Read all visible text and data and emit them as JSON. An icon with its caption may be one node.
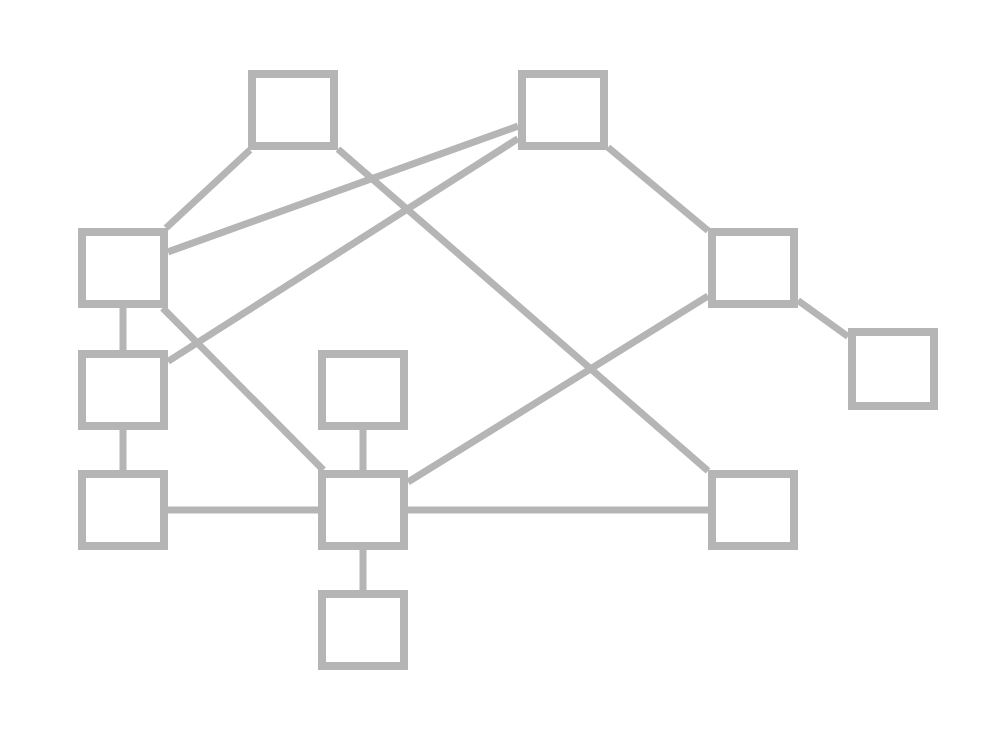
{
  "diagram": {
    "nodes": [
      {
        "text": [],
        "shape": "box"
      },
      {
        "text": [],
        "shape": "box"
      },
      {
        "text": [],
        "shape": "box"
      },
      {
        "text": [],
        "shape": "box"
      },
      {
        "text": [],
        "shape": "box"
      },
      {
        "text": [],
        "shape": "box"
      },
      {
        "text": [],
        "shape": "box"
      },
      {
        "text": [],
        "shape": "box"
      },
      {
        "text": [],
        "shape": "box"
      },
      {
        "text": [],
        "shape": "box"
      },
      {
        "text": [],
        "shape": "box"
      }
    ],
    "edges": [
      {
        "from": 0,
        "to": 2,
        "arrow": "none"
      },
      {
        "from": 0,
        "to": 9,
        "arrow": "none"
      },
      {
        "from": 1,
        "to": 2,
        "arrow": "none"
      },
      {
        "from": 1,
        "to": 5,
        "arrow": "none"
      },
      {
        "from": 1,
        "to": 3,
        "arrow": "none"
      },
      {
        "from": 2,
        "to": 5,
        "arrow": "none"
      },
      {
        "from": 2,
        "to": 8,
        "arrow": "none"
      },
      {
        "from": 3,
        "to": 8,
        "arrow": "none"
      },
      {
        "from": 3,
        "to": 4,
        "arrow": "none"
      },
      {
        "from": 5,
        "to": 7,
        "arrow": "none"
      },
      {
        "from": 7,
        "to": 8,
        "arrow": "none"
      },
      {
        "from": 6,
        "to": 8,
        "arrow": "none"
      },
      {
        "from": 8,
        "to": 9,
        "arrow": "none"
      },
      {
        "from": 8,
        "to": 10,
        "arrow": "none"
      }
    ]
  }
}
